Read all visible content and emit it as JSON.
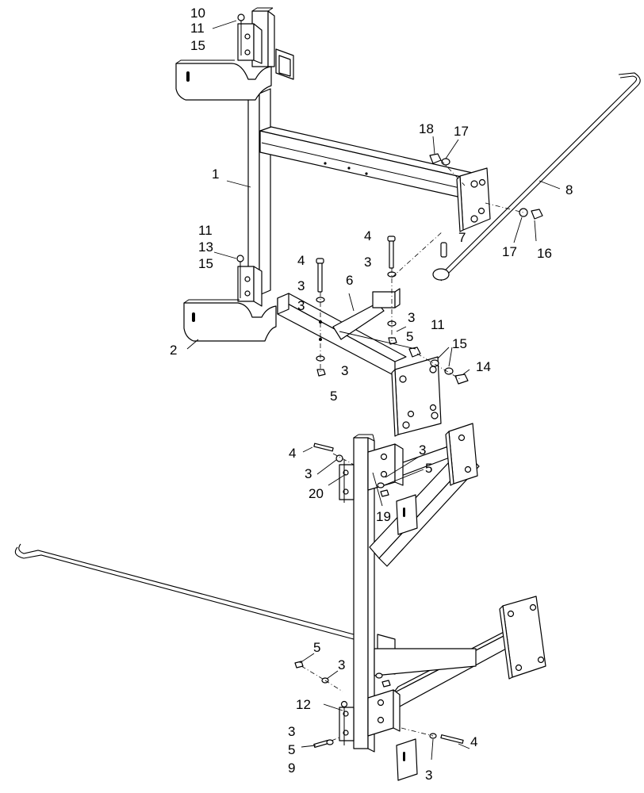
{
  "callouts": [
    {
      "id": "c10a",
      "text": "10"
    },
    {
      "id": "c11a",
      "text": "11"
    },
    {
      "id": "c15a",
      "text": "15"
    },
    {
      "id": "c1",
      "text": "1"
    },
    {
      "id": "c18",
      "text": "18"
    },
    {
      "id": "c17a",
      "text": "17"
    },
    {
      "id": "c8",
      "text": "8"
    },
    {
      "id": "c17b",
      "text": "17"
    },
    {
      "id": "c16",
      "text": "16"
    },
    {
      "id": "c11b",
      "text": "11"
    },
    {
      "id": "c13",
      "text": "13"
    },
    {
      "id": "c15b",
      "text": "15"
    },
    {
      "id": "c4a",
      "text": "4"
    },
    {
      "id": "c4b",
      "text": "4"
    },
    {
      "id": "c7",
      "text": "7"
    },
    {
      "id": "c3a",
      "text": "3"
    },
    {
      "id": "c3b",
      "text": "3"
    },
    {
      "id": "c6",
      "text": "6"
    },
    {
      "id": "c3c",
      "text": "3"
    },
    {
      "id": "c3d",
      "text": "3"
    },
    {
      "id": "c5a",
      "text": "5"
    },
    {
      "id": "c11c",
      "text": "11"
    },
    {
      "id": "c15c",
      "text": "15"
    },
    {
      "id": "c14",
      "text": "14"
    },
    {
      "id": "c2",
      "text": "2"
    },
    {
      "id": "c3e",
      "text": "3"
    },
    {
      "id": "c5b",
      "text": "5"
    },
    {
      "id": "c4c",
      "text": "4"
    },
    {
      "id": "c3f",
      "text": "3"
    },
    {
      "id": "c20",
      "text": "20"
    },
    {
      "id": "c3g",
      "text": "3"
    },
    {
      "id": "c5c",
      "text": "5"
    },
    {
      "id": "c19",
      "text": "19"
    },
    {
      "id": "c5d",
      "text": "5"
    },
    {
      "id": "c3h",
      "text": "3"
    },
    {
      "id": "c12",
      "text": "12"
    },
    {
      "id": "c3i",
      "text": "3"
    },
    {
      "id": "c5e",
      "text": "5"
    },
    {
      "id": "c9",
      "text": "9"
    },
    {
      "id": "c4d",
      "text": "4"
    },
    {
      "id": "c3j",
      "text": "3"
    }
  ]
}
